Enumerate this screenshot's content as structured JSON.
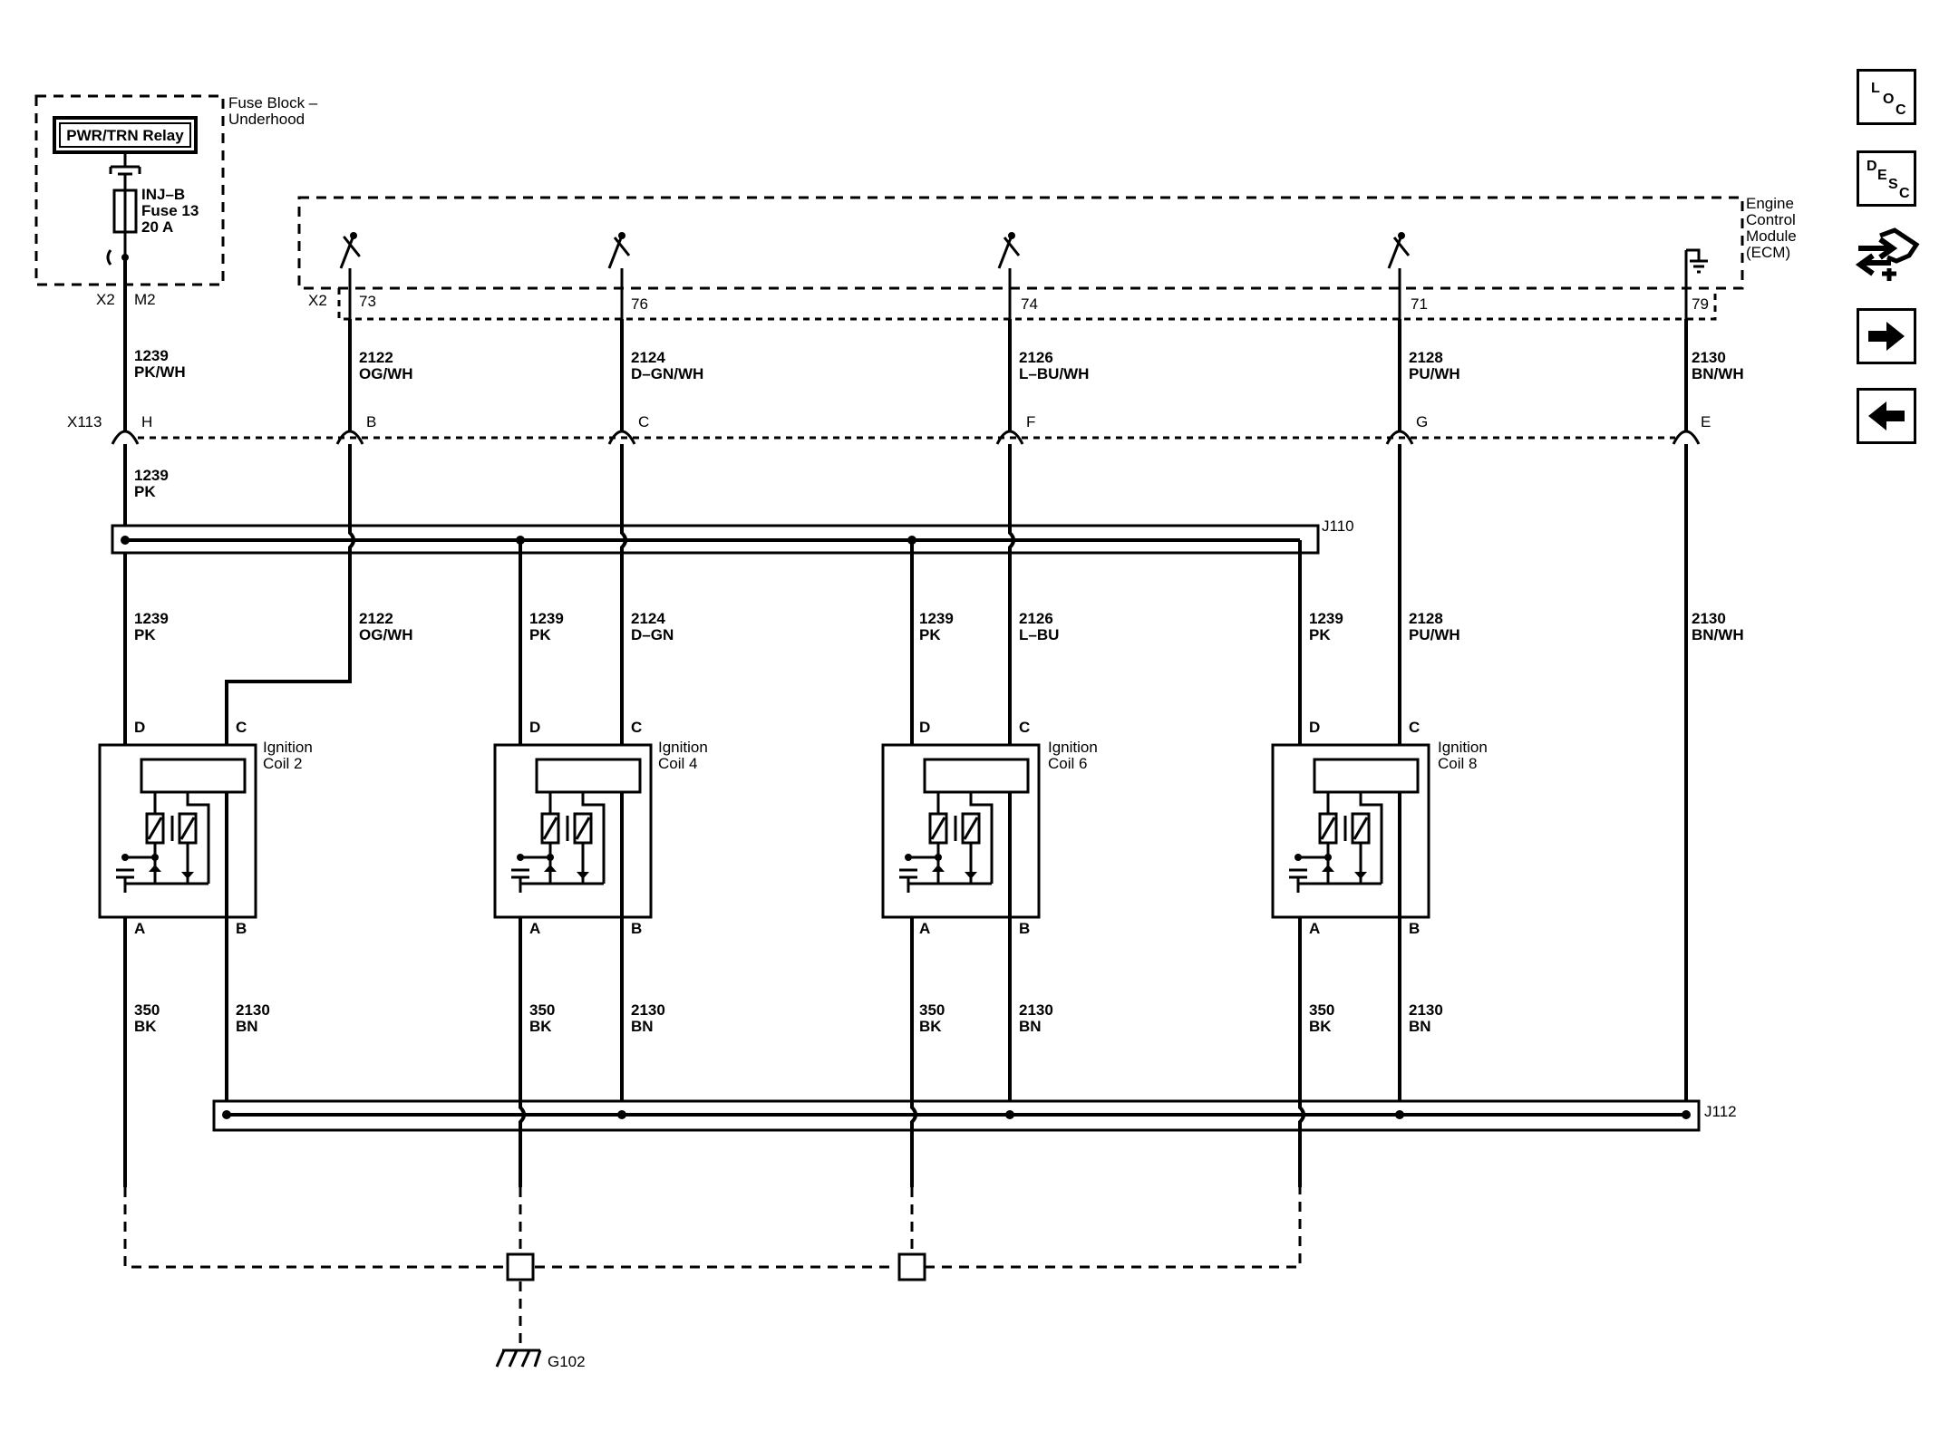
{
  "fuse_block": {
    "title_line1": "Fuse Block –",
    "title_line2": "Underhood",
    "relay": "PWR/TRN Relay",
    "fuse_line1": "INJ–B",
    "fuse_line2": "Fuse 13",
    "fuse_line3": "20 A",
    "connector": "X2",
    "terminal": "M2"
  },
  "ecm": {
    "title_line1": "Engine",
    "title_line2": "Control",
    "title_line3": "Module",
    "title_line4": "(ECM)",
    "connector": "X2",
    "pins": [
      "73",
      "76",
      "74",
      "71",
      "79"
    ]
  },
  "circuits": {
    "c1239_pkwh": {
      "num": "1239",
      "color": "PK/WH"
    },
    "c1239_pk": {
      "num": "1239",
      "color": "PK"
    },
    "c2122_top": {
      "num": "2122",
      "color": "OG/WH"
    },
    "c2124_top": {
      "num": "2124",
      "color": "D–GN/WH"
    },
    "c2126_top": {
      "num": "2126",
      "color": "L–BU/WH"
    },
    "c2128_top": {
      "num": "2128",
      "color": "PU/WH"
    },
    "c2130_top": {
      "num": "2130",
      "color": "BN/WH"
    },
    "c2122_mid": {
      "num": "2122",
      "color": "OG/WH"
    },
    "c2124_mid": {
      "num": "2124",
      "color": "D–GN"
    },
    "c2126_mid": {
      "num": "2126",
      "color": "L–BU"
    },
    "c2128_mid": {
      "num": "2128",
      "color": "PU/WH"
    },
    "c2130_mid": {
      "num": "2130",
      "color": "BN/WH"
    },
    "c350": {
      "num": "350",
      "color": "BK"
    },
    "c2130_bn": {
      "num": "2130",
      "color": "BN"
    }
  },
  "inline_connector": {
    "name": "X113",
    "pins": [
      "H",
      "B",
      "C",
      "F",
      "G",
      "E"
    ]
  },
  "splices": {
    "upper": "J110",
    "lower": "J112"
  },
  "coils": [
    {
      "line1": "Ignition",
      "line2": "Coil 2"
    },
    {
      "line1": "Ignition",
      "line2": "Coil 4"
    },
    {
      "line1": "Ignition",
      "line2": "Coil 6"
    },
    {
      "line1": "Ignition",
      "line2": "Coil 8"
    }
  ],
  "coil_pins": {
    "d": "D",
    "c": "C",
    "a": "A",
    "b": "B"
  },
  "ground": "G102",
  "nav": {
    "loc": [
      "L",
      "O",
      "C"
    ],
    "desc": [
      "D",
      "E",
      "S",
      "C"
    ],
    "icons": [
      "connector-view-icon",
      "next-arrow-icon",
      "previous-arrow-icon"
    ]
  }
}
